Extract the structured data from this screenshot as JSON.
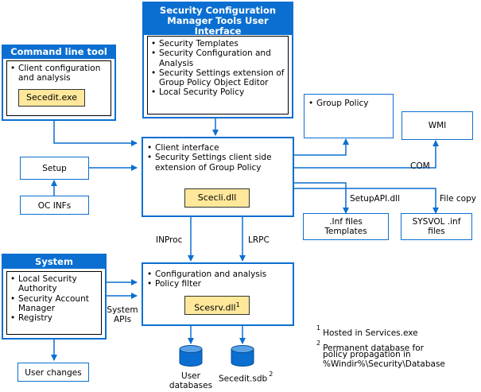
{
  "sct_ui": {
    "title": "Security Configuration Manager Tools User Interface",
    "items": [
      "Security Templates",
      "Security Configuration and Analysis",
      "Security Settings extension of Group Policy Object Editor",
      "Local Security Policy"
    ]
  },
  "cmd_tool": {
    "title": "Command line tool",
    "items": [
      "Client configuration and analysis"
    ],
    "component": "Secedit.exe"
  },
  "group_policy": {
    "items": [
      "Group Policy"
    ]
  },
  "wmi": {
    "label": "WMI"
  },
  "setup": {
    "label": "Setup"
  },
  "oc_infs": {
    "label": "OC INFs"
  },
  "scecli": {
    "items": [
      "Client interface",
      "Security Settings client side extension of Group Policy"
    ],
    "component": "Scecli.dll"
  },
  "inf_files": {
    "line1": ".Inf files",
    "line2": "Templates"
  },
  "sysvol": {
    "line1": "SYSVOL .inf",
    "line2": "files"
  },
  "system": {
    "title": "System",
    "items": [
      "Local Security Authority",
      "Security Account Manager",
      "Registry"
    ]
  },
  "scesrv": {
    "items": [
      "Configuration and analysis",
      "Policy filter"
    ],
    "component": "Scesrv.dll",
    "component_sup": "1"
  },
  "user_changes": {
    "label": "User changes"
  },
  "labels": {
    "com": "COM",
    "setupapi": "SetupAPI.dll",
    "file_copy": "File copy",
    "inproc": "INProc",
    "lrpc": "LRPC",
    "system_apis_1": "System",
    "system_apis_2": "APIs"
  },
  "databases": {
    "user_db_1": "User",
    "user_db_2": "databases",
    "secedit_sdb": "Secedit.sdb",
    "secedit_sdb_sup": "2"
  },
  "notes": {
    "n1_num": "1",
    "n1_text": "Hosted in Services.exe",
    "n2_num": "2",
    "n2_text_1": "Permanent database for",
    "n2_text_2": "policy propagation in",
    "n2_text_3": "%Windir%\\Security\\Database"
  },
  "colors": {
    "accent": "#0b6fd1",
    "component_fill": "#ffe89a",
    "db_fill": "#0b6fd1"
  }
}
